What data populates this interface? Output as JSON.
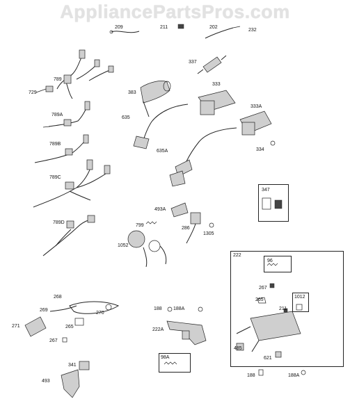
{
  "watermark": "AppliancePartsPros.com",
  "parts": {
    "p209": "209",
    "p211": "211",
    "p202": "202",
    "p232": "232",
    "p337": "337",
    "p789": "789",
    "p729": "729",
    "p383": "383",
    "p333": "333",
    "p635": "635",
    "p789A": "789A",
    "p333A": "333A",
    "p789B": "789B",
    "p334": "334",
    "p635A": "635A",
    "p789C": "789C",
    "p347": "347",
    "p493A": "493A",
    "p789D": "789D",
    "p799": "799",
    "p286": "286",
    "p1305": "1305",
    "p1052": "1052",
    "p222": "222",
    "p96": "96",
    "p267a": "267",
    "p265a": "265",
    "p211b": "211",
    "p1012": "1012",
    "p268": "268",
    "p269": "269",
    "p188a": "188",
    "p188Aa": "188A",
    "p270": "270",
    "p271": "271",
    "p265b": "265",
    "p222A": "222A",
    "p267b": "267",
    "p485": "485",
    "p98A": "98A",
    "p621": "621",
    "p341": "341",
    "p493": "493",
    "p188b": "188",
    "p188Ab": "188A"
  }
}
